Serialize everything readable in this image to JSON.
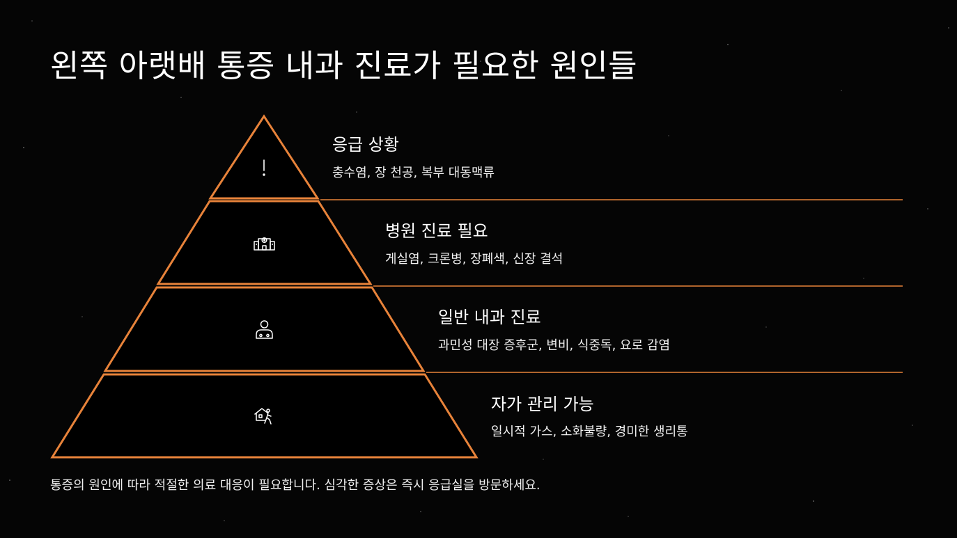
{
  "title": "왼쪽 아랫배 통증 내과 진료가 필요한 원인들",
  "accent_color": "#e8833a",
  "levels": [
    {
      "title": "응급 상황",
      "description": "충수염, 장 천공, 복부 대동맥류",
      "icon": "exclamation-icon"
    },
    {
      "title": "병원 진료 필요",
      "description": "게실염, 크론병, 장폐색, 신장 결석",
      "icon": "hospital-icon"
    },
    {
      "title": "일반 내과 진료",
      "description": "과민성 대장 증후군, 변비, 식중독, 요로 감염",
      "icon": "doctor-icon"
    },
    {
      "title": "자가 관리 가능",
      "description": "일시적 가스, 소화불량, 경미한 생리통",
      "icon": "home-care-icon"
    }
  ],
  "footer": "통증의 원인에 따라 적절한 의료 대응이 필요합니다. 심각한 증상은 즉시 응급실을 방문하세요."
}
